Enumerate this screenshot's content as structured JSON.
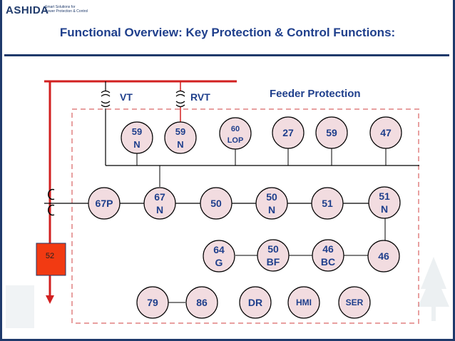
{
  "header": {
    "logo": "ASHIDA",
    "tagline_line1": "Smart Solutions for",
    "tagline_line2": "Power Protection & Control"
  },
  "title": "Functional Overview: Key Protection & Control Functions:",
  "labels": {
    "vt": "VT",
    "rvt": "RVT",
    "feeder": "Feeder Protection",
    "breaker": "52"
  },
  "functions": {
    "f59n_a": [
      "59",
      "N"
    ],
    "f59n_b": [
      "59",
      "N"
    ],
    "f60lop": [
      "60",
      "LOP"
    ],
    "f27": [
      "27"
    ],
    "f59": [
      "59"
    ],
    "f47": [
      "47"
    ],
    "f67p": [
      "67P"
    ],
    "f67n": [
      "67",
      "N"
    ],
    "f50": [
      "50"
    ],
    "f50n": [
      "50",
      "N"
    ],
    "f51": [
      "51"
    ],
    "f51n": [
      "51",
      "N"
    ],
    "f46": [
      "46"
    ],
    "f64g": [
      "64",
      "G"
    ],
    "f50bf": [
      "50",
      "BF"
    ],
    "f46bc": [
      "46",
      "BC"
    ],
    "f79": [
      "79"
    ],
    "f86": [
      "86"
    ],
    "fdr": [
      "DR"
    ],
    "fhmi": [
      "HMI"
    ],
    "fser": [
      "SER"
    ]
  },
  "colors": {
    "circle_fill": "#f2dce0",
    "circle_stroke": "#000000",
    "bus_red": "#d22020",
    "breaker_fill": "#f23a12",
    "dashed_border": "#e8a0a0",
    "text_blue": "#1f3f8c"
  }
}
